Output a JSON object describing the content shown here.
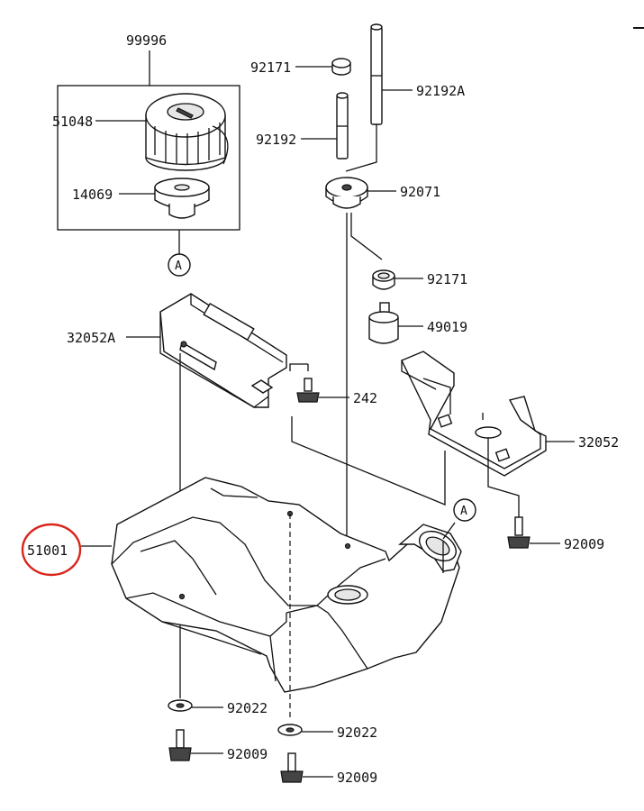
{
  "diagram": {
    "highlight_color": "#d9261c",
    "callouts": {
      "p99996": "99996",
      "p51048": "51048",
      "p14069": "14069",
      "p92171_top": "92171",
      "p92192A": "92192A",
      "p92192": "92192",
      "p92071": "92071",
      "p92171_mid": "92171",
      "p49019": "49019",
      "p32052A": "32052A",
      "p242": "242",
      "p32052": "32052",
      "p51001": "51001",
      "p92009_right": "92009",
      "p92022_left": "92022",
      "p92022_mid": "92022",
      "p92009_left": "92009",
      "p92009_mid": "92009"
    },
    "ref_markers": {
      "a_upper": "A",
      "a_lower": "A"
    }
  }
}
